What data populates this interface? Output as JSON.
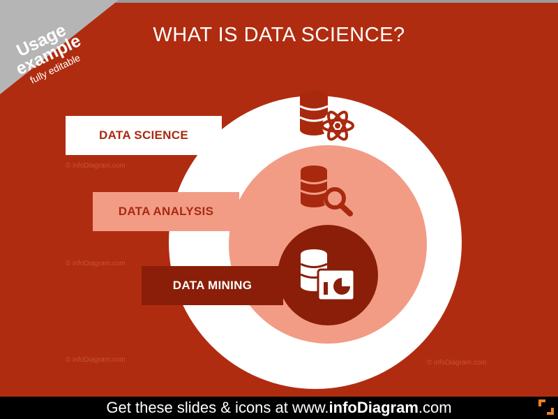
{
  "title": "WHAT IS DATA SCIENCE?",
  "ribbon": {
    "line1": "Usage",
    "line2": "example",
    "line3": "fully editable"
  },
  "layers": [
    {
      "label": "DATA SCIENCE",
      "icon": "database-atom-icon"
    },
    {
      "label": "DATA ANALYSIS",
      "icon": "database-magnifier-icon"
    },
    {
      "label": "DATA MINING",
      "icon": "database-chart-icon"
    }
  ],
  "watermark": "© infoDiagram.com",
  "footer": {
    "prefix": "Get these slides & icons at ",
    "site_prefix": "www.",
    "site_brand": "infoDiagram",
    "site_suffix": ".com"
  },
  "colors": {
    "background": "#b02c10",
    "outer_circle": "#ffffff",
    "middle_circle": "#f29c86",
    "inner_circle": "#8a1e08",
    "accent": "#a9290f"
  }
}
